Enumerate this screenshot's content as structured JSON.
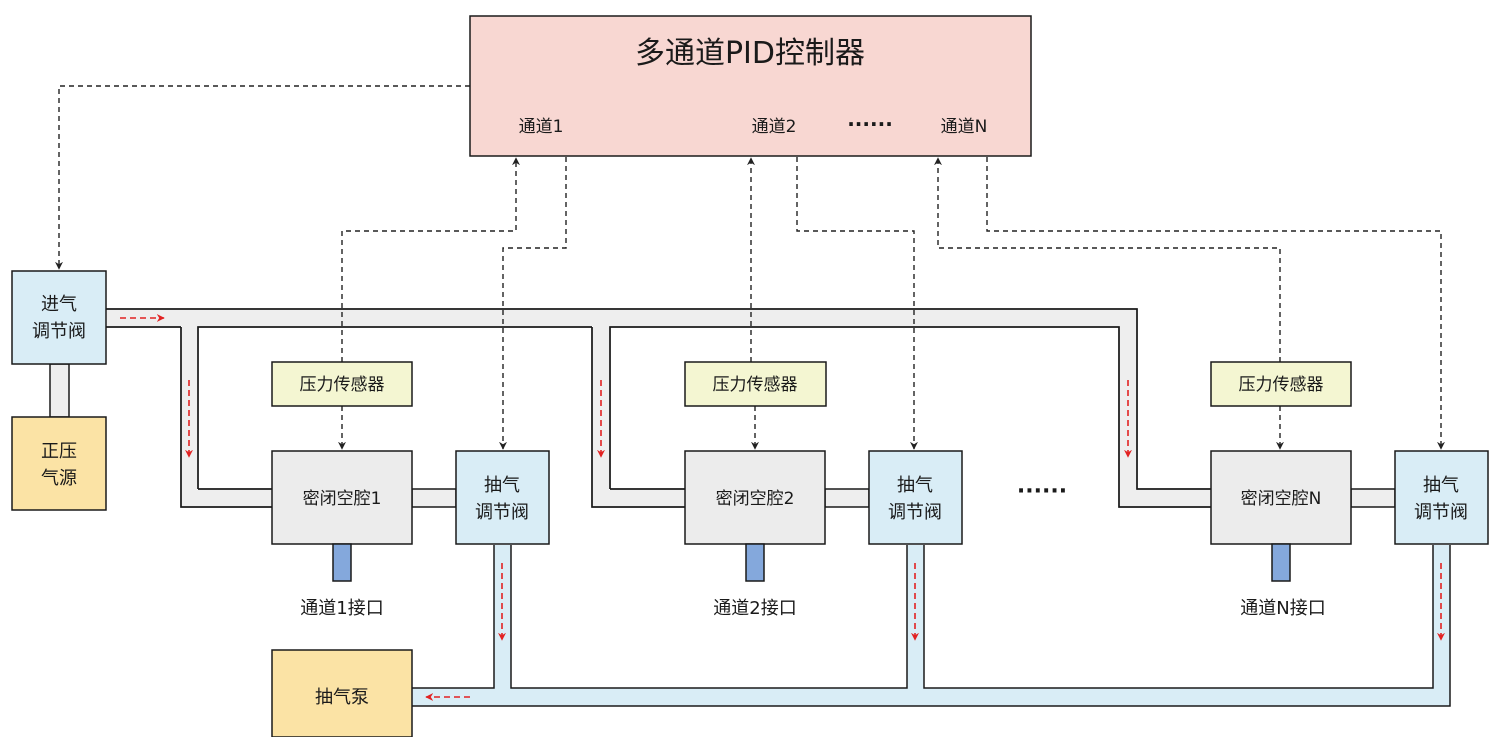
{
  "controller": {
    "title": "多通道PID控制器",
    "channel1": "通道1",
    "channel2": "通道2",
    "ellipsis": "······",
    "channelN": "通道N"
  },
  "inlet_valve": {
    "line1": "进气",
    "line2": "调节阀"
  },
  "pressure_source": {
    "line1": "正压",
    "line2": "气源"
  },
  "channels": [
    {
      "sensor": "压力传感器",
      "chamber": "密闭空腔1",
      "valve_line1": "抽气",
      "valve_line2": "调节阀",
      "port": "通道1接口"
    },
    {
      "sensor": "压力传感器",
      "chamber": "密闭空腔2",
      "valve_line1": "抽气",
      "valve_line2": "调节阀",
      "port": "通道2接口"
    },
    {
      "sensor": "压力传感器",
      "chamber": "密闭空腔N",
      "valve_line1": "抽气",
      "valve_line2": "调节阀",
      "port": "通道N接口"
    }
  ],
  "middle_ellipsis": "······",
  "pump": {
    "label": "抽气泵"
  },
  "colors": {
    "controller_fill": "#f8d7d2",
    "valve_fill": "#d9edf6",
    "source_fill": "#fbe3a5",
    "sensor_fill": "#f4f6d2",
    "chamber_fill": "#ececec",
    "intake_pipe": "#eeeeee",
    "exhaust_pipe": "#d9edf6",
    "port_fill": "#84a8dc",
    "flow_arrow": "#e22222",
    "signal_line": "#222222"
  }
}
